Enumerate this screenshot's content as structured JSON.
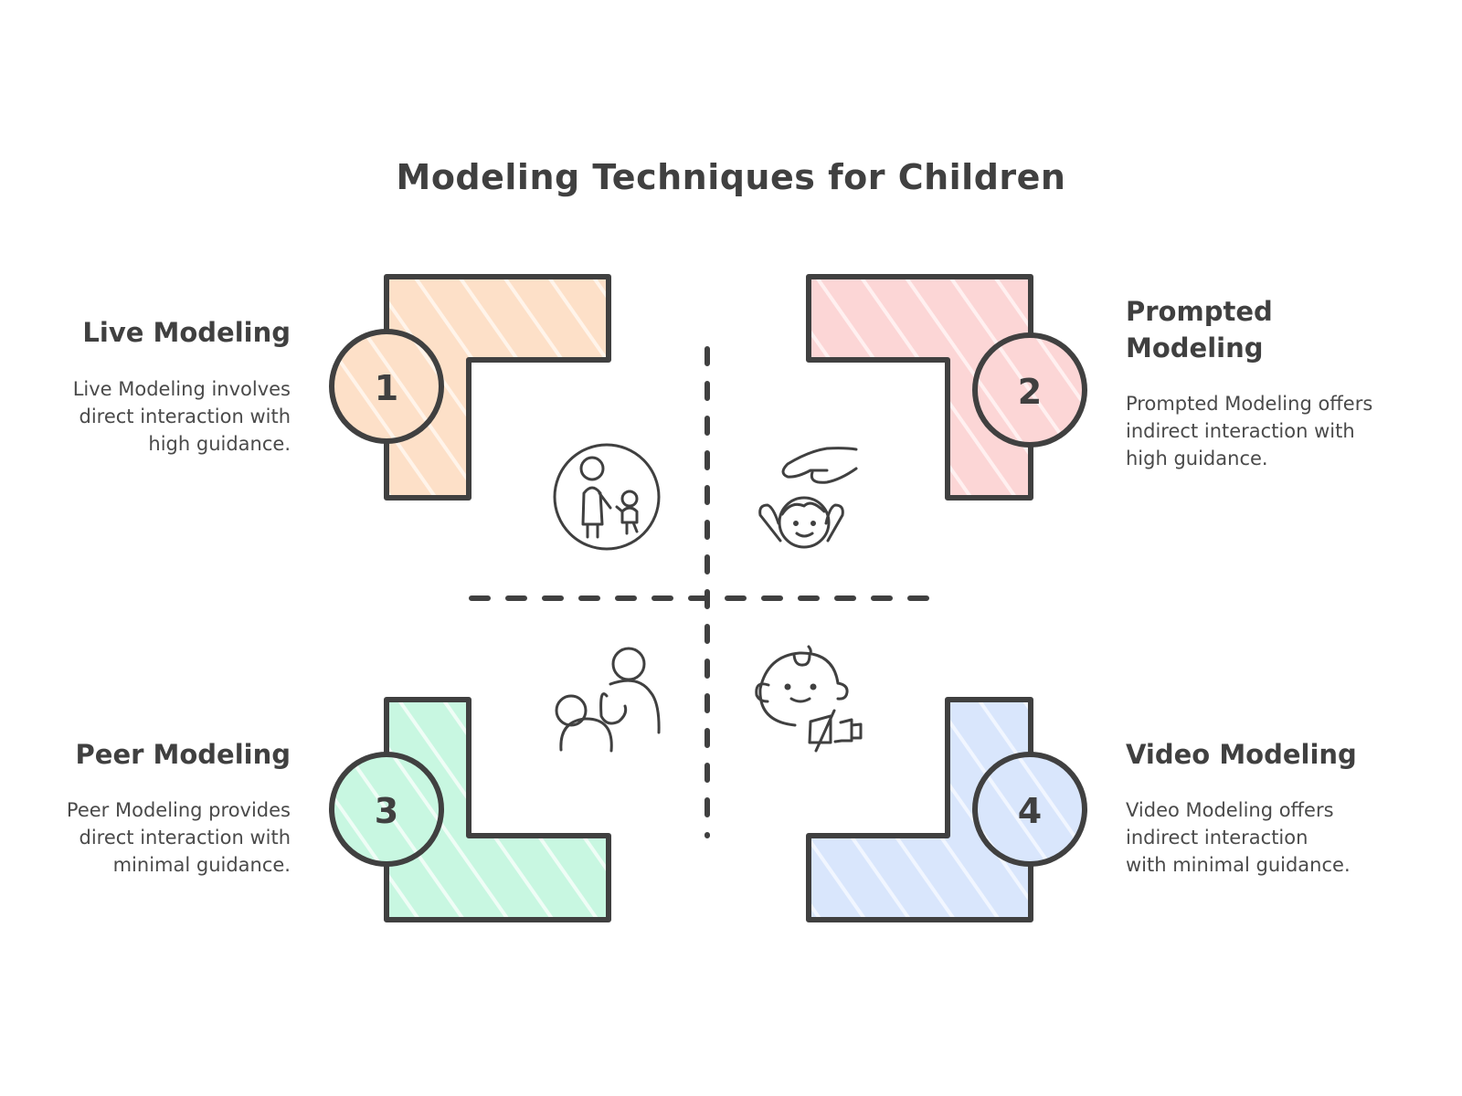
{
  "title": "Modeling Techniques for Children",
  "colors": {
    "stroke": "#404040",
    "live": "#fde0c8",
    "prompted": "#fcd6d6",
    "peer": "#c8f7e1",
    "video": "#d9e6fc"
  },
  "quadrants": [
    {
      "number": "1",
      "heading": "Live Modeling",
      "description_lines": [
        "Live Modeling involves",
        "direct interaction with",
        "high guidance."
      ],
      "icon": "adult-with-child-icon",
      "position": "top-left"
    },
    {
      "number": "2",
      "heading_lines": [
        "Prompted",
        "Modeling"
      ],
      "description_lines": [
        "Prompted Modeling offers",
        "indirect interaction with",
        "high guidance."
      ],
      "icon": "hand-over-child-icon",
      "position": "top-right"
    },
    {
      "number": "3",
      "heading": "Peer Modeling",
      "description_lines": [
        "Peer Modeling provides",
        "direct interaction with",
        "minimal guidance."
      ],
      "icon": "peers-icon",
      "position": "bottom-left"
    },
    {
      "number": "4",
      "heading": "Video Modeling",
      "description_lines": [
        "Video Modeling offers",
        "indirect interaction",
        "with minimal guidance."
      ],
      "icon": "child-with-camera-icon",
      "position": "bottom-right"
    }
  ],
  "axes": {
    "horizontal": "dashed-divider",
    "vertical": "dashed-divider"
  }
}
